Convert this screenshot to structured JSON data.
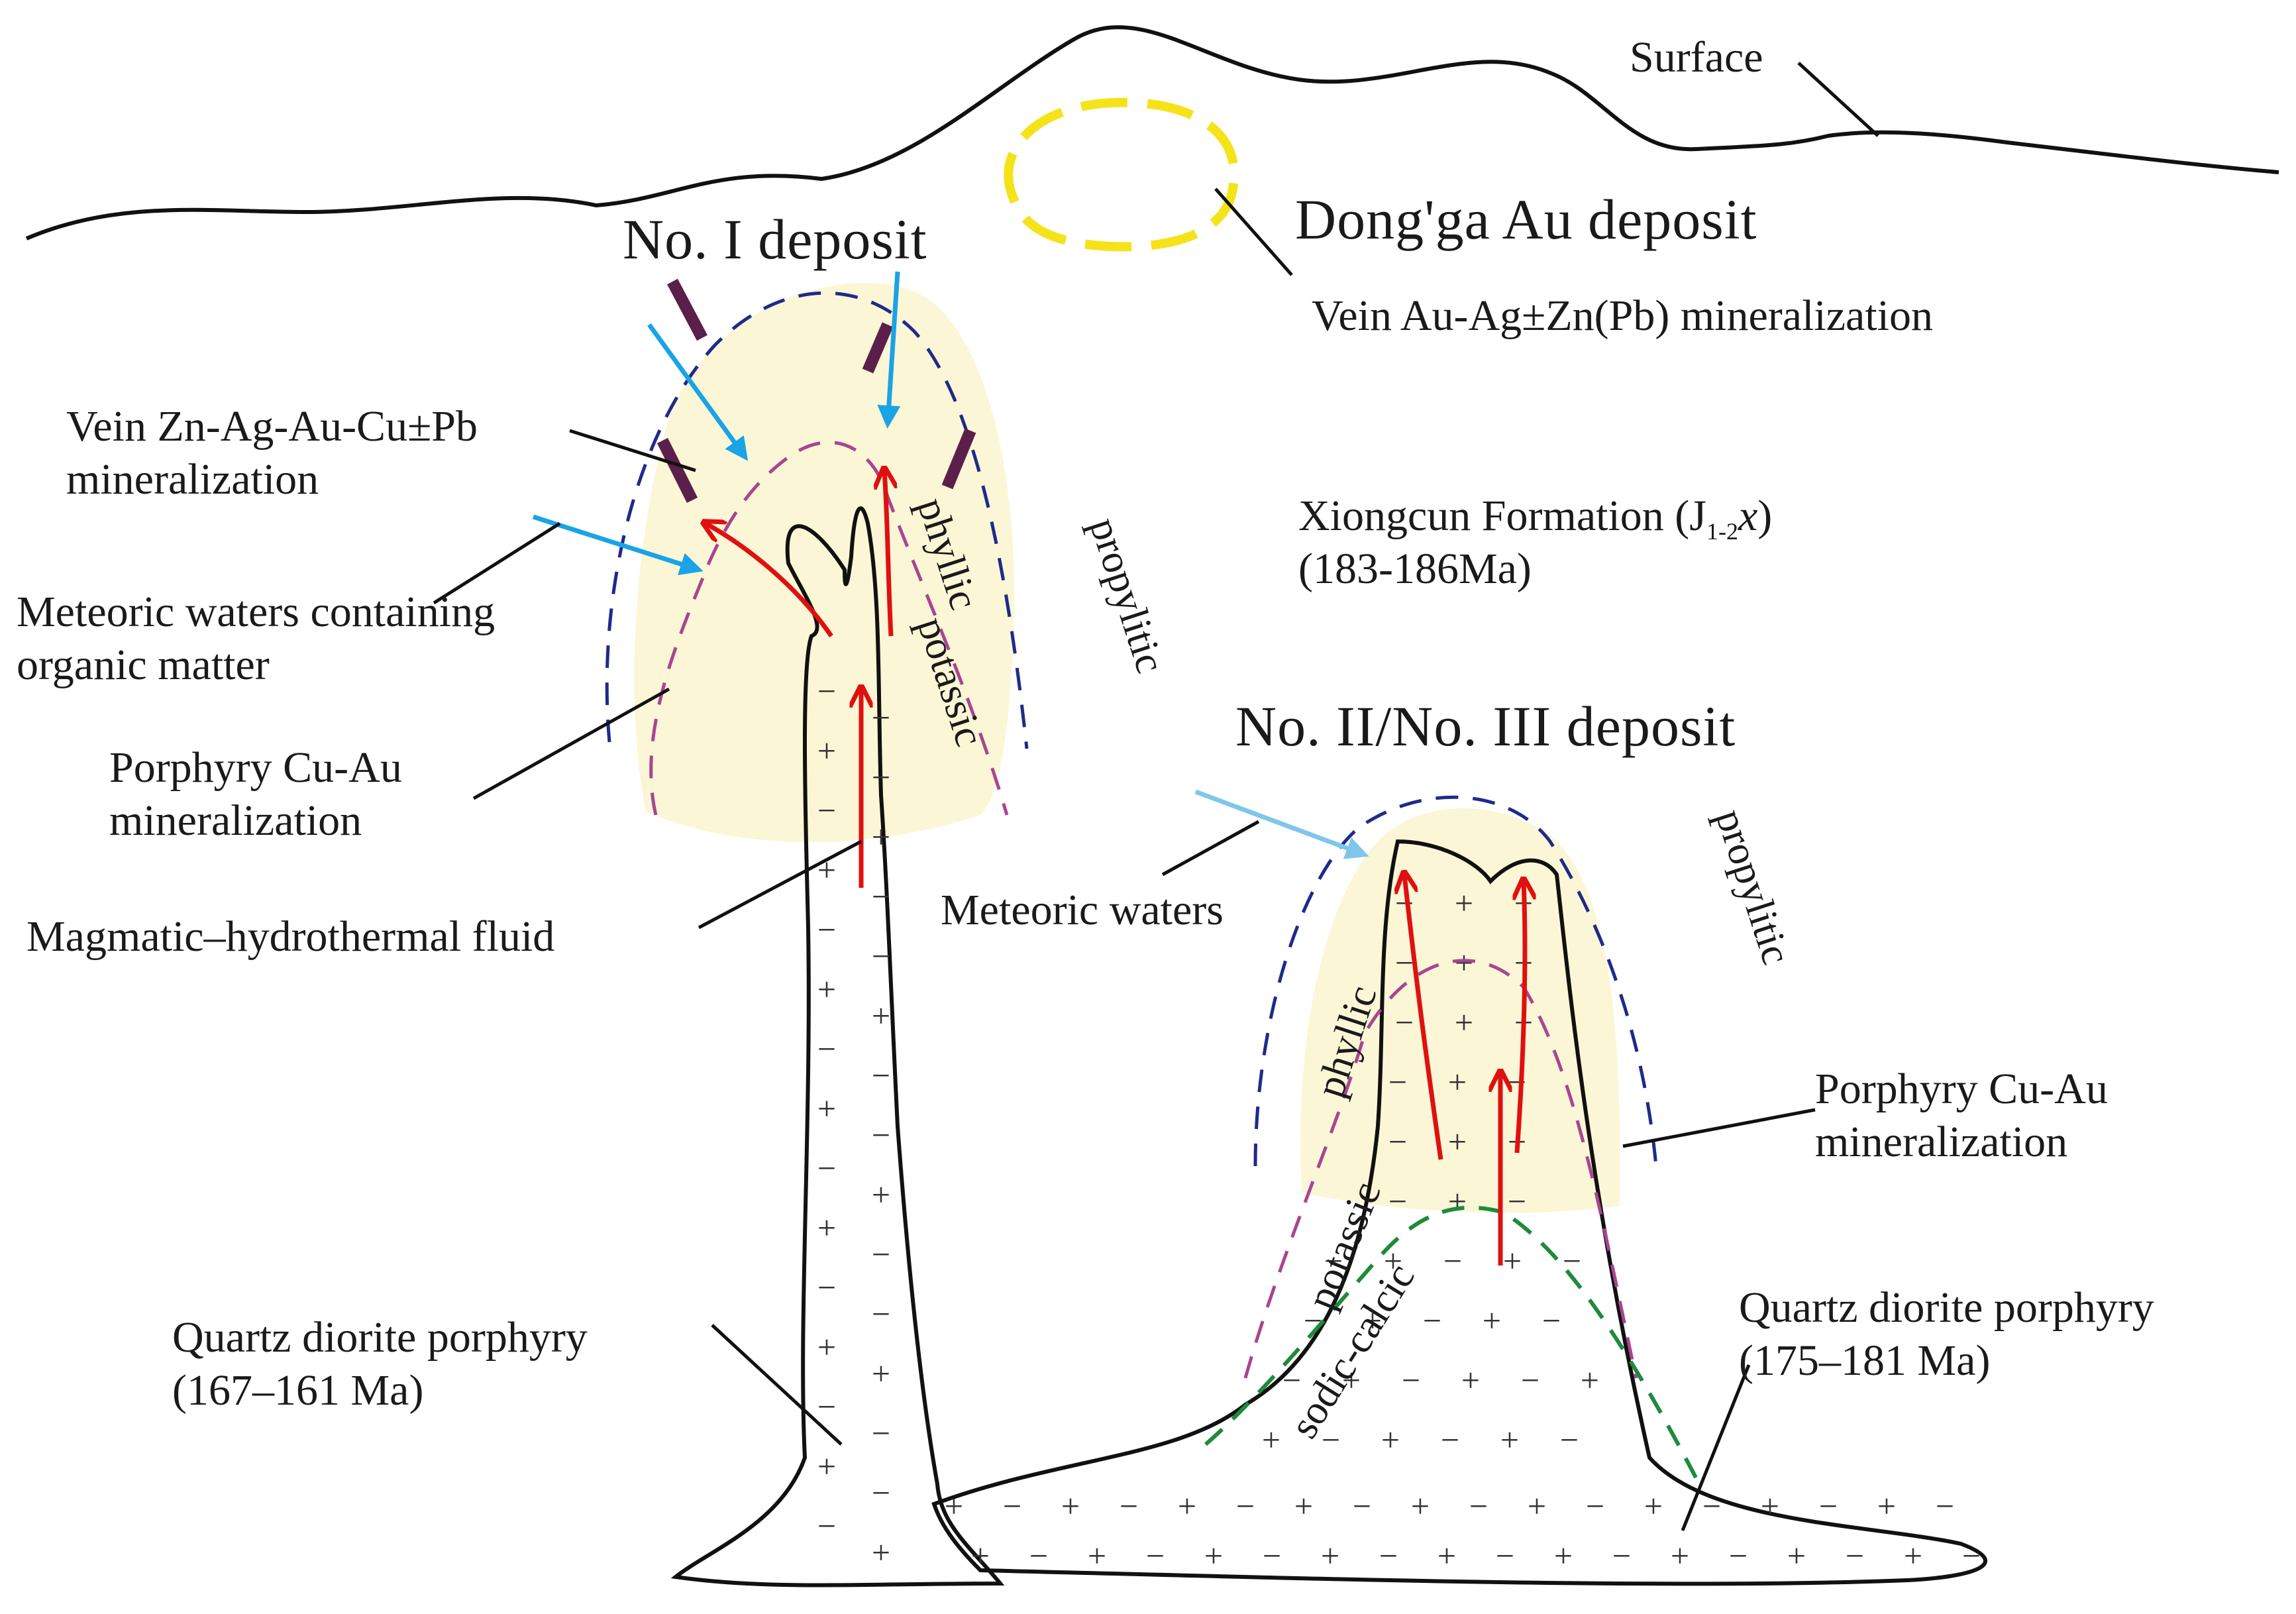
{
  "labels": {
    "surface": "Surface",
    "dongga": "Dong'ga Au deposit",
    "vein_au": "Vein Au-Ag±Zn(Pb) mineralization",
    "no1": "No. I deposit",
    "vein_zn_1": "Vein Zn-Ag-Au-Cu±Pb",
    "vein_zn_2": "mineralization",
    "meteoric_org_1": "Meteoric waters containing",
    "meteoric_org_2": "organic matter",
    "porphyry1_1": "Porphyry Cu-Au",
    "porphyry1_2": "mineralization",
    "magmatic": "Magmatic–hydrothermal fluid",
    "xiongcun_main": "Xiongcun Formation (J",
    "xiongcun_sub": "1-2",
    "xiongcun_tail": "x",
    "xiongcun_close": ")",
    "xiongcun_age": "(183-186Ma)",
    "no23": "No. II/No. III deposit",
    "meteoric": "Meteoric waters",
    "porphyry2_1": "Porphyry Cu-Au",
    "porphyry2_2": "mineralization",
    "qdp1_1": "Quartz diorite porphyry",
    "qdp1_2": "(167–161 Ma)",
    "qdp2_1": "Quartz diorite porphyry",
    "qdp2_2": "(175–181 Ma)",
    "zone_phyllic": "phyllic",
    "zone_potassic": "potassic",
    "zone_propylitic": "propylitic",
    "zone_sodic": "sodic-calcic"
  },
  "colors": {
    "halo": "#fbf6d6",
    "dongga_outline": "#f5e31a",
    "meteoric_arrow": "#1aa3e6",
    "meteoric_arrow_light": "#7fc6ea",
    "magmatic_arrow": "#e01010",
    "vein_marks": "#5a1f4b",
    "propylitic_boundary": "#1f2a8a",
    "phyllic_boundary": "#a84591",
    "sodic_boundary": "#1e8a3d"
  }
}
